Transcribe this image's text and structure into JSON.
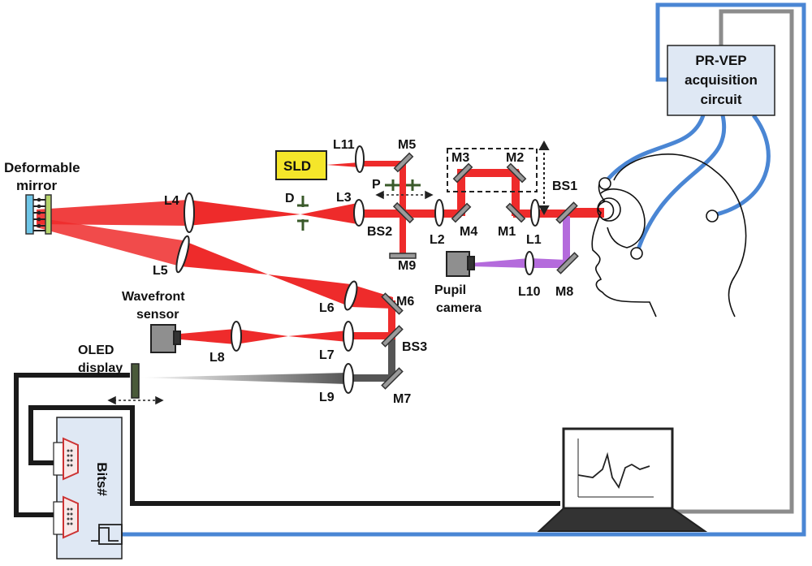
{
  "labels": {
    "deformable_mirror": [
      "Deformable",
      "mirror"
    ],
    "sld": "SLD",
    "l11": "L11",
    "m5": "M5",
    "p": "P",
    "d": "D",
    "l4": "L4",
    "l3": "L3",
    "bs2": "BS2",
    "m9": "M9",
    "l5": "L5",
    "l2": "L2",
    "m3": "M3",
    "m2": "M2",
    "m4": "M4",
    "m1": "M1",
    "l1": "L1",
    "bs1": "BS1",
    "pupil_camera": [
      "Pupil",
      "camera"
    ],
    "l10": "L10",
    "m8": "M8",
    "wavefront_sensor": [
      "Wavefront",
      "sensor"
    ],
    "l6": "L6",
    "m6": "M6",
    "l8": "L8",
    "l7": "L7",
    "bs3": "BS3",
    "oled_display": [
      "OLED",
      "display"
    ],
    "l9": "L9",
    "m7": "M7",
    "bits": "Bits#",
    "prvep": [
      "PR-VEP",
      "acquisition",
      "circuit"
    ]
  },
  "colors": {
    "beam_red": "#ee2b2b",
    "beam_purple": "#b46bdc",
    "beam_dark": "#444444",
    "cable_blue": "#4a86d4",
    "cable_gray": "#8c8c8c",
    "cable_black": "#1a1a1a",
    "sld_fill": "#f5e62a",
    "box_fill": "#dfe8f4",
    "mirror_gray": "#9a9a9a",
    "pinhole_green": "#3a5a2a"
  }
}
